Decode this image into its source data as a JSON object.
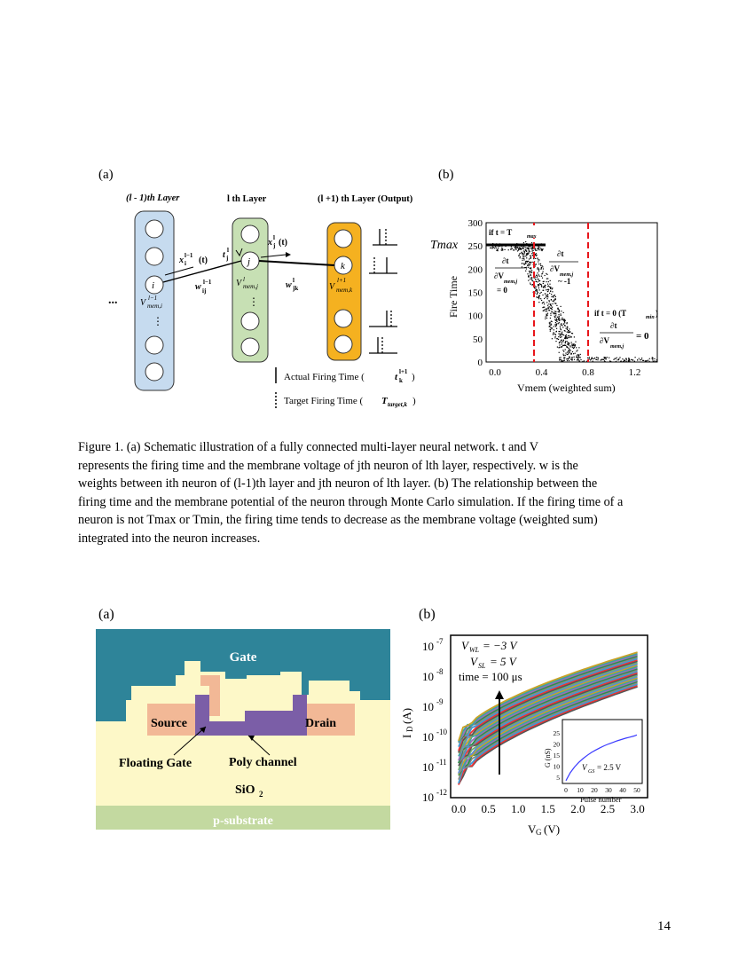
{
  "figure1": {
    "label_a": "(a)",
    "label_b": "(b)",
    "network": {
      "layer_prev": "(l - 1)th Layer",
      "layer_cur": "l th Layer",
      "layer_next": "(l +1) th Layer (Output)",
      "ellipsis": "...",
      "vdots": "⋮",
      "node_i": "i",
      "node_j": "j",
      "node_k": "k",
      "x_i": "x",
      "t_j": "t",
      "x_j": "x",
      "w_ij": "w",
      "w_jk": "w",
      "vmem_i": "V",
      "vmem_j": "V",
      "vmem_k": "V",
      "legend_actual": "Actual Firing Time (",
      "legend_target": "Target Firing Time (",
      "colors": {
        "prev": "#c6dbef",
        "cur": "#c7e0b4",
        "next": "#f5b120"
      }
    },
    "scatter": {
      "tmax_label": "Tmax",
      "ylabel": "Fire Time",
      "xlabel": "Vmem (weighted sum)",
      "yticks": [
        "0",
        "50",
        "100",
        "150",
        "200",
        "250",
        "300"
      ],
      "xticks": [
        "0.0",
        "0.4",
        "0.8",
        "1.2"
      ],
      "ann_top": "if t = T",
      "ann_zero": "= 0",
      "ann_mid": "~ -1",
      "ann_right": "if t = 0 (T",
      "ann_right_val": "= 0",
      "dashed_color": "#e8161b"
    },
    "caption_lines": [
      "Figure 1. (a) Schematic illustration of a fully connected multi-layer neural network.  t  and  V",
      "represents the firing time and the membrane voltage of  jth neuron of  lth layer, respectively.  w    is the",
      "weights between  ith neuron of (l-1)th layer and  jth neuron of  lth layer. (b) The relationship between the",
      "firing time and the membrane potential of the neuron through Monte Carlo simulation. If the firing time of a",
      "neuron is not  Tmax  or  Tmin, the firing time tends to decrease as the membrane voltage (weighted sum)",
      "integrated into the neuron increases."
    ]
  },
  "figure2": {
    "label_a": "(a)",
    "label_b": "(b)",
    "device": {
      "gate": "Gate",
      "source": "Source",
      "drain": "Drain",
      "floating_gate": "Floating Gate",
      "poly_channel": "Poly channel",
      "sio2": "SiO",
      "substrate": "p-substrate",
      "colors": {
        "gate": "#2e8499",
        "oxide": "#fdf8c8",
        "sd": "#f2b896",
        "channel": "#7b5ea7",
        "substrate": "#c3d9a0"
      }
    },
    "iv": {
      "ylabel": "I",
      "xlabel": "V",
      "yticks": [
        "10",
        "10",
        "10",
        "10",
        "10",
        "10"
      ],
      "yexp": [
        "-7",
        "-8",
        "-9",
        "-10",
        "-11",
        "-12"
      ],
      "xticks": [
        "0.0",
        "0.5",
        "1.0",
        "1.5",
        "2.0",
        "2.5",
        "3.0"
      ],
      "cond1": "V",
      "cond2": "V",
      "cond3": "time = 100 μs",
      "inset_ylabel": "G (nS)",
      "inset_xlabel": "Pulse number",
      "inset_yticks": [
        "5",
        "10",
        "15",
        "20",
        "25"
      ],
      "inset_xticks": [
        "0",
        "10",
        "20",
        "30",
        "40",
        "50"
      ],
      "inset_note": "V",
      "inset_note_val": "= 2.5 V",
      "inset_conductance": [
        3.5,
        7.0,
        9.6,
        11.7,
        13.4,
        14.9,
        16.2,
        17.3,
        18.3,
        19.2,
        20.0,
        20.7,
        21.4,
        22.0,
        22.6,
        23.1,
        23.6,
        24.1
      ],
      "inset_pulses": [
        0,
        3,
        6,
        9,
        12,
        15,
        18,
        21,
        24,
        27,
        30,
        33,
        36,
        39,
        42,
        45,
        48,
        50
      ]
    }
  },
  "page_number": "14"
}
